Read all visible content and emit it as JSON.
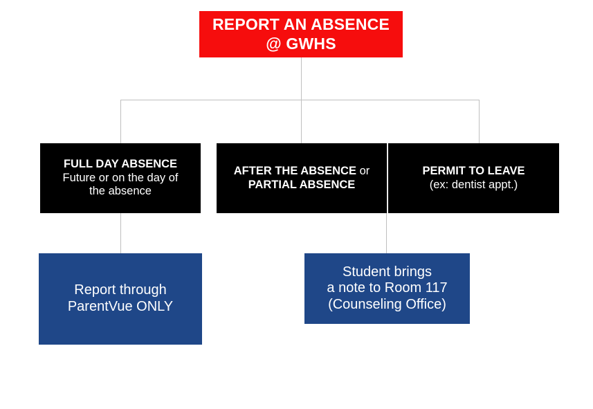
{
  "diagram": {
    "title": "Report an Absence @ GWHS",
    "colors": {
      "root": "#F60D0D",
      "category": "#000000",
      "action": "#1F4788",
      "connector": "#BFBFBF",
      "text": "#FFFFFF",
      "background": "#FFFFFF"
    },
    "root": {
      "line1": "REPORT AN ABSENCE",
      "line2": "@ GWHS"
    },
    "categories": [
      {
        "id": "full-day-absence",
        "heading": "FULL DAY ABSENCE",
        "line2": "Future or on the day of",
        "line3": "the absence"
      },
      {
        "id": "after-or-partial-absence",
        "heading": "AFTER THE ABSENCE",
        "heading_suffix": " or",
        "line2": "PARTIAL ABSENCE"
      },
      {
        "id": "permit-to-leave",
        "heading": "PERMIT TO LEAVE",
        "line2": "(ex: dentist appt.)"
      }
    ],
    "actions": [
      {
        "id": "report-through-parentvue",
        "line1": "Report through",
        "line2": "ParentVue ONLY"
      },
      {
        "id": "bring-note-to-room-117",
        "line1": "Student brings",
        "line2": "a note to Room 117",
        "line3": "(Counseling Office)"
      }
    ]
  }
}
